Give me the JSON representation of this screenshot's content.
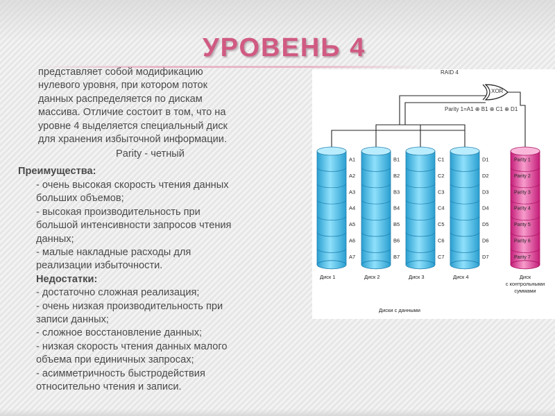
{
  "slide": {
    "title": "УРОВЕНЬ 4",
    "intro_lines": [
      "представляет собой модификацию",
      "нулевого уровня, при котором поток",
      "данных распределяется по дискам",
      "массива. Отличие состоит в том, что на",
      "уровне 4 выделяется специальный диск",
      "для хранения избыточной информации."
    ],
    "parity_note": "Parity - четный",
    "advantages_heading": "Преимущества:",
    "advantages_lines": [
      "- очень высокая скорость чтения данных",
      "больших объемов;",
      "- высокая производительность при",
      "большой интенсивности запросов чтения",
      "данных;",
      "- малые накладные расходы для",
      "реализации избыточности."
    ],
    "disadvantages_heading": "Недостатки:",
    "disadvantages_lines": [
      "-  достаточно сложная реализация;",
      "-  очень низкая производительность при",
      "записи данных;",
      "-  сложное восстановление данных;",
      "-  низкая скорость чтения данных малого",
      "объема при единичных запросах;",
      "-  асимметричность быстродействия",
      "относительно чтения и записи."
    ]
  },
  "diagram": {
    "caption": "RAID 4",
    "gate_label": "XOR",
    "parity_formula": "Parity 1=A1 ⊕ B1 ⊕ C1 ⊕ D1",
    "data_disks": [
      {
        "name": "Диск 1",
        "blocks": [
          "A1",
          "A2",
          "A3",
          "A4",
          "A5",
          "A6",
          "A7"
        ]
      },
      {
        "name": "Диск 2",
        "blocks": [
          "B1",
          "B2",
          "B3",
          "B4",
          "B5",
          "B6",
          "B7"
        ]
      },
      {
        "name": "Диск 3",
        "blocks": [
          "C1",
          "C2",
          "C3",
          "C4",
          "C5",
          "C6",
          "C7"
        ]
      },
      {
        "name": "Диск 4",
        "blocks": [
          "D1",
          "D2",
          "D3",
          "D4",
          "D5",
          "D6",
          "D7"
        ]
      }
    ],
    "data_group_label": "Диски с данными",
    "parity_disk": {
      "name_lines": [
        "Диск",
        "с контрольными",
        "суммами"
      ],
      "blocks": [
        "Parity 1",
        "Parity 2",
        "Parity 3",
        "Parity 4",
        "Parity 5",
        "Parity 6",
        "Parity 7"
      ]
    },
    "colors": {
      "data_disk": "#4fc3ea",
      "data_disk_dark": "#1f8fbf",
      "parity_disk": "#e8318f",
      "parity_disk_dark": "#b0156a"
    }
  }
}
